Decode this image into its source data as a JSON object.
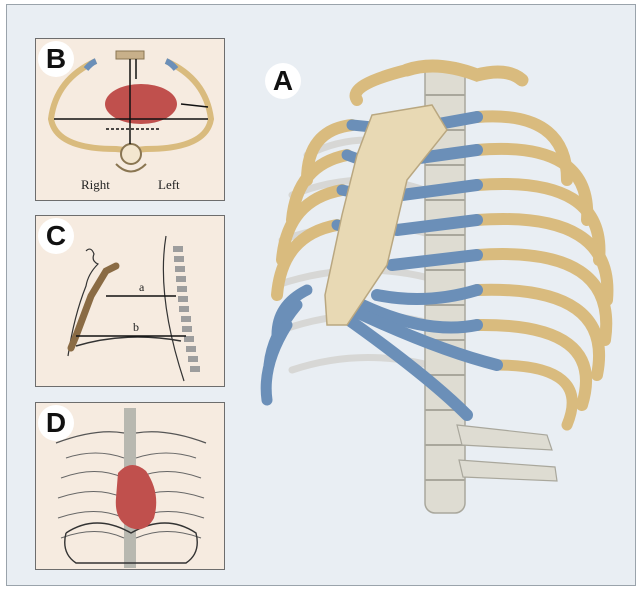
{
  "panels": {
    "A": {
      "letter": "A"
    },
    "B": {
      "letter": "B",
      "right_label": "Right",
      "left_label": "Left"
    },
    "C": {
      "letter": "C",
      "label_a": "a",
      "label_b": "b"
    },
    "D": {
      "letter": "D"
    }
  },
  "colors": {
    "rib": "#d9bb7e",
    "cartilage": "#6b8fb8",
    "sternum": "#e8d9b4",
    "heart": "#c0504d",
    "spine": "#d9d9d0",
    "panel_bg": "#f6ebe0",
    "background": "#e9eef3"
  }
}
